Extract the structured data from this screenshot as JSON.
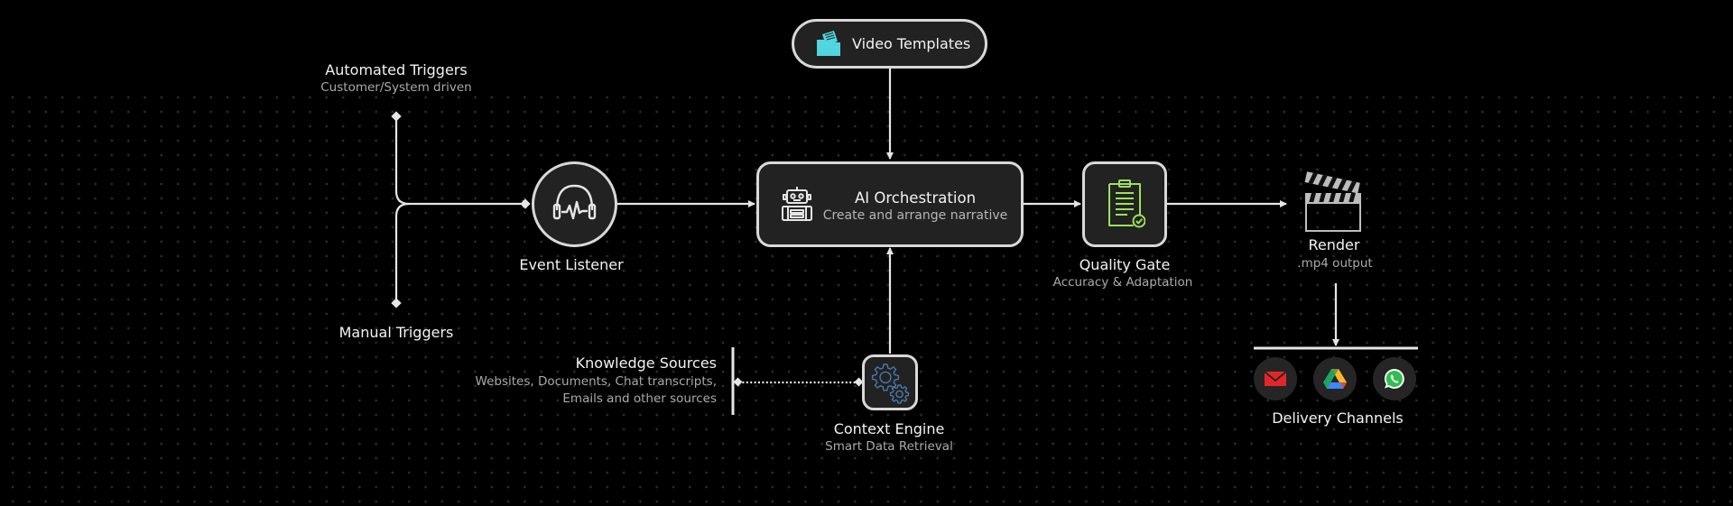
{
  "diagram": {
    "nodes": {
      "automated_triggers": {
        "title": "Automated Triggers",
        "subtitle": "Customer/System driven"
      },
      "manual_triggers": {
        "title": "Manual Triggers"
      },
      "event_listener": {
        "title": "Event Listener",
        "icon": "headphones-waveform-icon"
      },
      "video_templates": {
        "title": "Video Templates",
        "icon": "folder-documents-icon"
      },
      "ai_orchestration": {
        "title": "AI Orchestration",
        "subtitle": "Create and arrange narrative",
        "icon": "robot-icon"
      },
      "quality_gate": {
        "title": "Quality Gate",
        "subtitle": "Accuracy & Adaptation",
        "icon": "clipboard-check-icon"
      },
      "render": {
        "title": "Render",
        "subtitle": ".mp4 output",
        "icon": "clapperboard-icon"
      },
      "knowledge_sources": {
        "title": "Knowledge Sources",
        "subtitle_line1": "Websites, Documents, Chat transcripts,",
        "subtitle_line2": "Emails  and other sources"
      },
      "context_engine": {
        "title": "Context Engine",
        "subtitle": "Smart Data Retrieval",
        "icon": "gears-icon"
      },
      "delivery_channels": {
        "title": "Delivery Channels",
        "channels": [
          {
            "name": "Email",
            "icon": "email-icon"
          },
          {
            "name": "Google Drive",
            "icon": "google-drive-icon"
          },
          {
            "name": "WhatsApp",
            "icon": "whatsapp-icon"
          }
        ]
      }
    },
    "edges": [
      {
        "from": "automated_triggers",
        "to": "event_listener",
        "style": "solid"
      },
      {
        "from": "manual_triggers",
        "to": "event_listener",
        "style": "solid"
      },
      {
        "from": "event_listener",
        "to": "ai_orchestration",
        "style": "solid"
      },
      {
        "from": "video_templates",
        "to": "ai_orchestration",
        "style": "solid"
      },
      {
        "from": "context_engine",
        "to": "ai_orchestration",
        "style": "solid"
      },
      {
        "from": "knowledge_sources",
        "to": "context_engine",
        "style": "dotted"
      },
      {
        "from": "ai_orchestration",
        "to": "quality_gate",
        "style": "solid"
      },
      {
        "from": "quality_gate",
        "to": "render",
        "style": "solid"
      },
      {
        "from": "render",
        "to": "delivery_channels",
        "style": "solid"
      }
    ],
    "colors": {
      "background": "#000000",
      "node_fill": "#222222",
      "node_border": "#d9d9d9",
      "wire": "#e6e6e6",
      "template_icon": "#4fd6de",
      "quality_icon": "#9be25a",
      "gears_icon": "#4a78a8",
      "email_red": "#e52629",
      "whatsapp_green": "#2fbe4f"
    }
  }
}
